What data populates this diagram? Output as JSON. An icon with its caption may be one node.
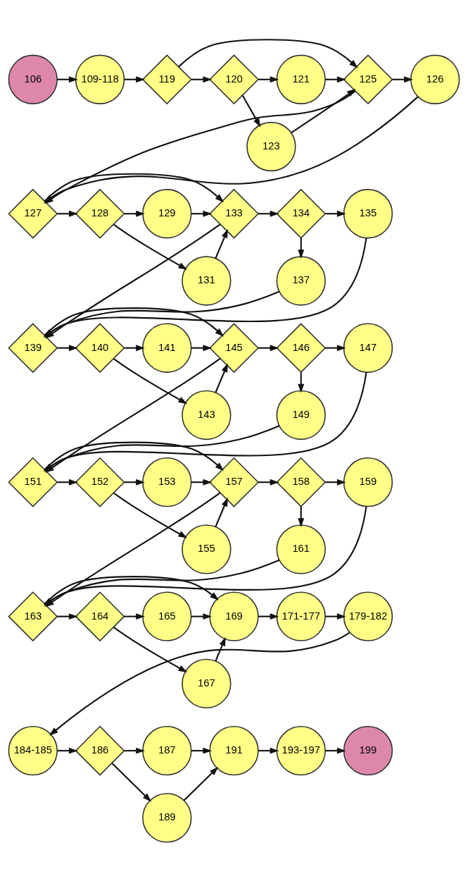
{
  "diagram": {
    "nodes": [
      {
        "text": [
          "106"
        ]
      },
      {
        "text": [
          "109-118"
        ]
      },
      {
        "text": [
          "119"
        ]
      },
      {
        "text": [
          "120"
        ]
      },
      {
        "text": [
          "121"
        ]
      },
      {
        "text": [
          "125"
        ]
      },
      {
        "text": [
          "126"
        ]
      },
      {
        "text": [
          "123"
        ]
      },
      {
        "text": [
          "127"
        ]
      },
      {
        "text": [
          "128"
        ]
      },
      {
        "text": [
          "129"
        ]
      },
      {
        "text": [
          "133"
        ]
      },
      {
        "text": [
          "134"
        ]
      },
      {
        "text": [
          "135"
        ]
      },
      {
        "text": [
          "131"
        ]
      },
      {
        "text": [
          "137"
        ]
      },
      {
        "text": [
          "139"
        ]
      },
      {
        "text": [
          "140"
        ]
      },
      {
        "text": [
          "141"
        ]
      },
      {
        "text": [
          "145"
        ]
      },
      {
        "text": [
          "146"
        ]
      },
      {
        "text": [
          "147"
        ]
      },
      {
        "text": [
          "143"
        ]
      },
      {
        "text": [
          "149"
        ]
      },
      {
        "text": [
          "151"
        ]
      },
      {
        "text": [
          "152"
        ]
      },
      {
        "text": [
          "153"
        ]
      },
      {
        "text": [
          "157"
        ]
      },
      {
        "text": [
          "158"
        ]
      },
      {
        "text": [
          "159"
        ]
      },
      {
        "text": [
          "155"
        ]
      },
      {
        "text": [
          "161"
        ]
      },
      {
        "text": [
          "163"
        ]
      },
      {
        "text": [
          "164"
        ]
      },
      {
        "text": [
          "165"
        ]
      },
      {
        "text": [
          "169"
        ]
      },
      {
        "text": [
          "171-177"
        ]
      },
      {
        "text": [
          "179-182"
        ]
      },
      {
        "text": [
          "167"
        ]
      },
      {
        "text": [
          "184-185"
        ]
      },
      {
        "text": [
          "186"
        ]
      },
      {
        "text": [
          "187"
        ]
      },
      {
        "text": [
          "191"
        ]
      },
      {
        "text": [
          "193-197"
        ]
      },
      {
        "text": [
          "199"
        ]
      },
      {
        "text": [
          "189"
        ]
      }
    ],
    "edges": [
      {
        "from": 0,
        "to": 1,
        "arrow": "to"
      },
      {
        "from": 1,
        "to": 2,
        "arrow": "to"
      },
      {
        "from": 2,
        "to": 3,
        "arrow": "to"
      },
      {
        "from": 2,
        "to": 5,
        "arrow": "to"
      },
      {
        "from": 3,
        "to": 4,
        "arrow": "to"
      },
      {
        "from": 3,
        "to": 7,
        "arrow": "to"
      },
      {
        "from": 4,
        "to": 5,
        "arrow": "to"
      },
      {
        "from": 7,
        "to": 5,
        "arrow": "to"
      },
      {
        "from": 5,
        "to": 6,
        "arrow": "to"
      },
      {
        "from": 5,
        "to": 8,
        "arrow": "to"
      },
      {
        "from": 6,
        "to": 8,
        "arrow": "to"
      },
      {
        "from": 8,
        "to": 9,
        "arrow": "to"
      },
      {
        "from": 8,
        "to": 11,
        "arrow": "to"
      },
      {
        "from": 9,
        "to": 10,
        "arrow": "to"
      },
      {
        "from": 9,
        "to": 14,
        "arrow": "to"
      },
      {
        "from": 10,
        "to": 11,
        "arrow": "to"
      },
      {
        "from": 14,
        "to": 11,
        "arrow": "to"
      },
      {
        "from": 11,
        "to": 12,
        "arrow": "to"
      },
      {
        "from": 11,
        "to": 16,
        "arrow": "to"
      },
      {
        "from": 12,
        "to": 13,
        "arrow": "to"
      },
      {
        "from": 12,
        "to": 15,
        "arrow": "to"
      },
      {
        "from": 13,
        "to": 16,
        "arrow": "to"
      },
      {
        "from": 15,
        "to": 16,
        "arrow": "to"
      },
      {
        "from": 16,
        "to": 17,
        "arrow": "to"
      },
      {
        "from": 16,
        "to": 19,
        "arrow": "to"
      },
      {
        "from": 17,
        "to": 18,
        "arrow": "to"
      },
      {
        "from": 17,
        "to": 22,
        "arrow": "to"
      },
      {
        "from": 18,
        "to": 19,
        "arrow": "to"
      },
      {
        "from": 22,
        "to": 19,
        "arrow": "to"
      },
      {
        "from": 19,
        "to": 20,
        "arrow": "to"
      },
      {
        "from": 19,
        "to": 24,
        "arrow": "to"
      },
      {
        "from": 20,
        "to": 21,
        "arrow": "to"
      },
      {
        "from": 20,
        "to": 23,
        "arrow": "to"
      },
      {
        "from": 21,
        "to": 24,
        "arrow": "to"
      },
      {
        "from": 23,
        "to": 24,
        "arrow": "to"
      },
      {
        "from": 24,
        "to": 25,
        "arrow": "to"
      },
      {
        "from": 24,
        "to": 27,
        "arrow": "to"
      },
      {
        "from": 25,
        "to": 26,
        "arrow": "to"
      },
      {
        "from": 25,
        "to": 30,
        "arrow": "to"
      },
      {
        "from": 26,
        "to": 27,
        "arrow": "to"
      },
      {
        "from": 30,
        "to": 27,
        "arrow": "to"
      },
      {
        "from": 27,
        "to": 28,
        "arrow": "to"
      },
      {
        "from": 27,
        "to": 32,
        "arrow": "to"
      },
      {
        "from": 28,
        "to": 29,
        "arrow": "to"
      },
      {
        "from": 28,
        "to": 31,
        "arrow": "to"
      },
      {
        "from": 29,
        "to": 32,
        "arrow": "to"
      },
      {
        "from": 31,
        "to": 32,
        "arrow": "to"
      },
      {
        "from": 32,
        "to": 33,
        "arrow": "to"
      },
      {
        "from": 32,
        "to": 35,
        "arrow": "to"
      },
      {
        "from": 33,
        "to": 34,
        "arrow": "to"
      },
      {
        "from": 33,
        "to": 38,
        "arrow": "to"
      },
      {
        "from": 34,
        "to": 35,
        "arrow": "to"
      },
      {
        "from": 38,
        "to": 35,
        "arrow": "to"
      },
      {
        "from": 35,
        "to": 36,
        "arrow": "to"
      },
      {
        "from": 36,
        "to": 37,
        "arrow": "to"
      },
      {
        "from": 37,
        "to": 39,
        "arrow": "to"
      },
      {
        "from": 39,
        "to": 40,
        "arrow": "to"
      },
      {
        "from": 40,
        "to": 41,
        "arrow": "to"
      },
      {
        "from": 40,
        "to": 45,
        "arrow": "to"
      },
      {
        "from": 41,
        "to": 42,
        "arrow": "to"
      },
      {
        "from": 45,
        "to": 42,
        "arrow": "to"
      },
      {
        "from": 42,
        "to": 43,
        "arrow": "to"
      },
      {
        "from": 43,
        "to": 44,
        "arrow": "to"
      }
    ]
  }
}
